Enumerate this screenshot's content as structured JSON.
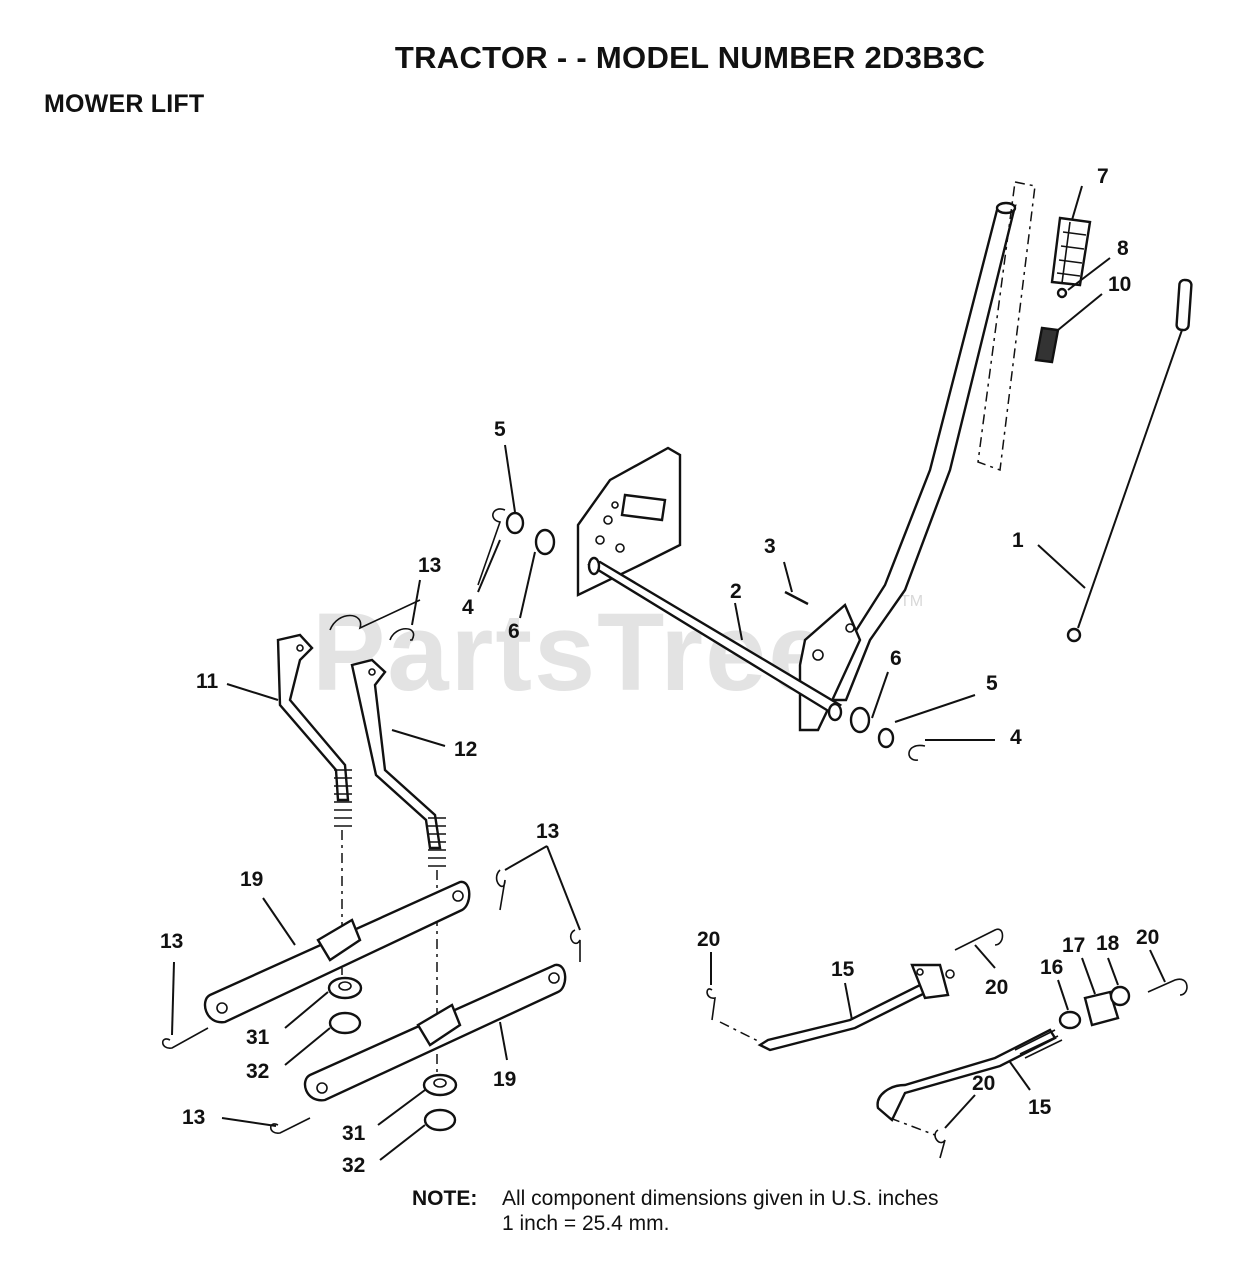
{
  "header": {
    "title": "TRACTOR - - MODEL NUMBER 2D3B3C",
    "section": "MOWER LIFT"
  },
  "watermark": {
    "text": "PartsTree",
    "trademark": "TM"
  },
  "callouts": {
    "c1": "1",
    "c2": "2",
    "c3": "3",
    "c4a": "4",
    "c4b": "4",
    "c5a": "5",
    "c5b": "5",
    "c6a": "6",
    "c6b": "6",
    "c7": "7",
    "c8": "8",
    "c10": "10",
    "c11": "11",
    "c12": "12",
    "c13a": "13",
    "c13b": "13",
    "c13c": "13",
    "c13d": "13",
    "c15a": "15",
    "c15b": "15",
    "c16": "16",
    "c17": "17",
    "c18": "18",
    "c19a": "19",
    "c19b": "19",
    "c20a": "20",
    "c20b": "20",
    "c20c": "20",
    "c20d": "20",
    "c31a": "31",
    "c31b": "31",
    "c32a": "32",
    "c32b": "32"
  },
  "note": {
    "label": "NOTE:",
    "line1": "All component dimensions given in U.S. inches",
    "line2": "1 inch = 25.4 mm."
  }
}
